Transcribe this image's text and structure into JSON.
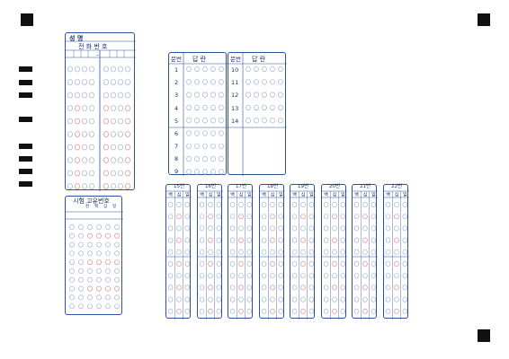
{
  "colors": {
    "ink": "#2f4fa0",
    "bubble": "#9aa8cc",
    "mark_red": "#e07a7a",
    "timing": "#111111"
  },
  "name_section": {
    "name_label": "성 명",
    "phone_label": "전 화 번 호",
    "dash": "–"
  },
  "exam_code_section": {
    "title": "시험 고유번호",
    "digit_labels": [
      "천",
      "백",
      "십",
      "일"
    ]
  },
  "answer_section": {
    "col_header_number": "문번",
    "col_header_answer": "답  란",
    "left_numbers": [
      "1",
      "2",
      "3",
      "4",
      "5",
      "6",
      "7",
      "8",
      "9"
    ],
    "right_numbers": [
      "10",
      "11",
      "12",
      "13",
      "14"
    ],
    "choice_count": 5
  },
  "numeric_section": {
    "questions": [
      "15번",
      "16번",
      "17번",
      "18번",
      "19번",
      "20번",
      "21번",
      "22번"
    ],
    "place_labels": [
      "백",
      "십",
      "일"
    ]
  }
}
